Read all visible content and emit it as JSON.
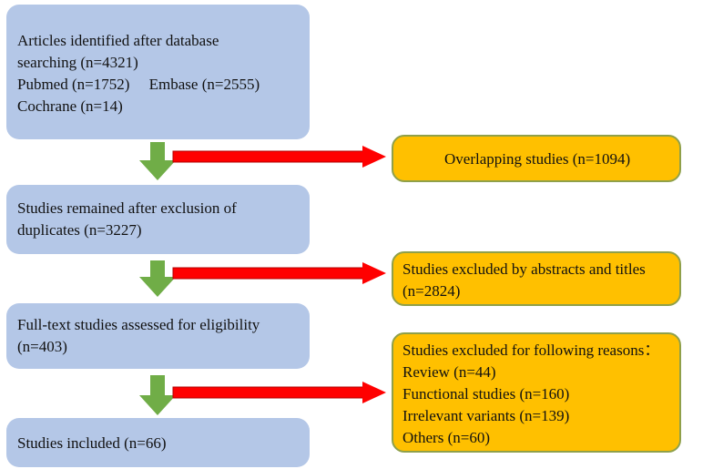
{
  "colors": {
    "left_box_fill": "#b4c7e7",
    "right_box_fill": "#ffc000",
    "right_box_border": "#8fa04a",
    "down_arrow": "#70ad47",
    "right_arrow": "#ff0000"
  },
  "boxes": {
    "identified": {
      "line1": "Articles identified after database",
      "line2": "searching (n=4321)",
      "line3": "Pubmed (n=1752)     Embase (n=2555)",
      "line4": "Cochrane (n=14)"
    },
    "after_duplicates": {
      "line1": "Studies remained after exclusion of",
      "line2": "duplicates (n=3227)"
    },
    "full_text": {
      "line1": "Full-text studies assessed for eligibility",
      "line2": "(n=403)"
    },
    "included": {
      "line1": "Studies included (n=66)"
    },
    "overlapping": {
      "line1": "Overlapping studies (n=1094)"
    },
    "excluded_abstracts": {
      "line1": "Studies excluded by abstracts and titles",
      "line2": "(n=2824)"
    },
    "excluded_reasons": {
      "line1": "Studies excluded for following reasons：",
      "line2": "Review (n=44)",
      "line3": "Functional studies (n=160)",
      "line4": "Irrelevant variants (n=139)",
      "line5": "Others (n=60)"
    }
  }
}
